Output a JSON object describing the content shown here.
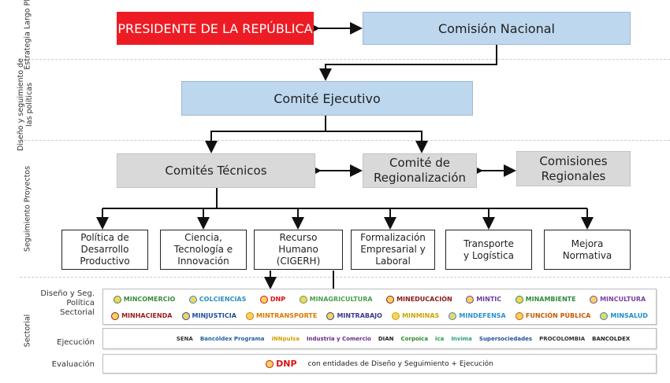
{
  "side_labels": [
    "Estrategia Largo Plazo",
    "Diseño y seguimiento de las políticas",
    "Seguimiento Proyectos",
    "Sectorial"
  ],
  "row_labels": [
    "Diseño y Seg. Política Sectorial",
    "Ejecución",
    "Evaluación"
  ],
  "nodes": {
    "president": "PRESIDENTE DE LA REPÚBLICA",
    "comision_nacional": "Comisión Nacional",
    "comite_ejecutivo": "Comité Ejecutivo",
    "comites_tecnicos": "Comités Técnicos",
    "comite_regionalizacion": "Comité de Regionalización",
    "comisiones_regionales": "Comisiones Regionales"
  },
  "subcommittees": [
    "Política de Desarrollo Productivo",
    "Ciencia, Tecnología e Innovación",
    "Recurso Humano (CIGERH)",
    "Formalización Empresarial y Laboral",
    "Transporte y Logística",
    "Mejora Normativa"
  ],
  "design_logos": [
    {
      "name": "MINCOMERCIO",
      "color": "#3a8a3a"
    },
    {
      "name": "COLCIENCIAS",
      "color": "#2a8fbf"
    },
    {
      "name": "DNP",
      "color": "#d11"
    },
    {
      "name": "MINAGRICULTURA",
      "color": "#4aa04a"
    },
    {
      "name": "MINEDUCACIÓN",
      "color": "#8b1a1a"
    },
    {
      "name": "MINTIC",
      "color": "#6b3fa0"
    },
    {
      "name": "MINAMBIENTE",
      "color": "#2e8b3a"
    },
    {
      "name": "MINCULTURA",
      "color": "#7b3fa0"
    },
    {
      "name": "MINHACIENDA",
      "color": "#9b1b1b"
    },
    {
      "name": "MINJUSTICIA",
      "color": "#1f4e99"
    },
    {
      "name": "MINTRANSPORTE",
      "color": "#d97a00"
    },
    {
      "name": "MINTRABAJO",
      "color": "#3a3a8a"
    },
    {
      "name": "MINMINAS",
      "color": "#c9a600"
    },
    {
      "name": "MINDEFENSA",
      "color": "#2a8fcf"
    },
    {
      "name": "FUNCIÓN PÚBLICA",
      "color": "#c45a00"
    },
    {
      "name": "MINSALUD",
      "color": "#1a8fc8"
    }
  ],
  "execution_logos": [
    {
      "name": "SENA",
      "color": "#333"
    },
    {
      "name": "Bancóldex Programa",
      "color": "#1f5fa8"
    },
    {
      "name": "iNNpulsa",
      "color": "#d4a000"
    },
    {
      "name": "Industria y Comercio",
      "color": "#6b2a8a"
    },
    {
      "name": "DIAN",
      "color": "#222"
    },
    {
      "name": "Corpoica",
      "color": "#2a8a2a"
    },
    {
      "name": "ica",
      "color": "#1aa04a"
    },
    {
      "name": "Invima",
      "color": "#2aa07a"
    },
    {
      "name": "Supersociedades",
      "color": "#1f4e99"
    },
    {
      "name": "PROCOLOMBIA",
      "color": "#333"
    },
    {
      "name": "BANCOLDEX",
      "color": "#222"
    }
  ],
  "evaluation": {
    "logo": "DNP",
    "text": "con  entidades de Diseño y Seguimiento + Ejecución"
  },
  "colors": {
    "president": "#ed1c24",
    "policy": "#bdd7ee",
    "committees": "#d9d9d9"
  }
}
